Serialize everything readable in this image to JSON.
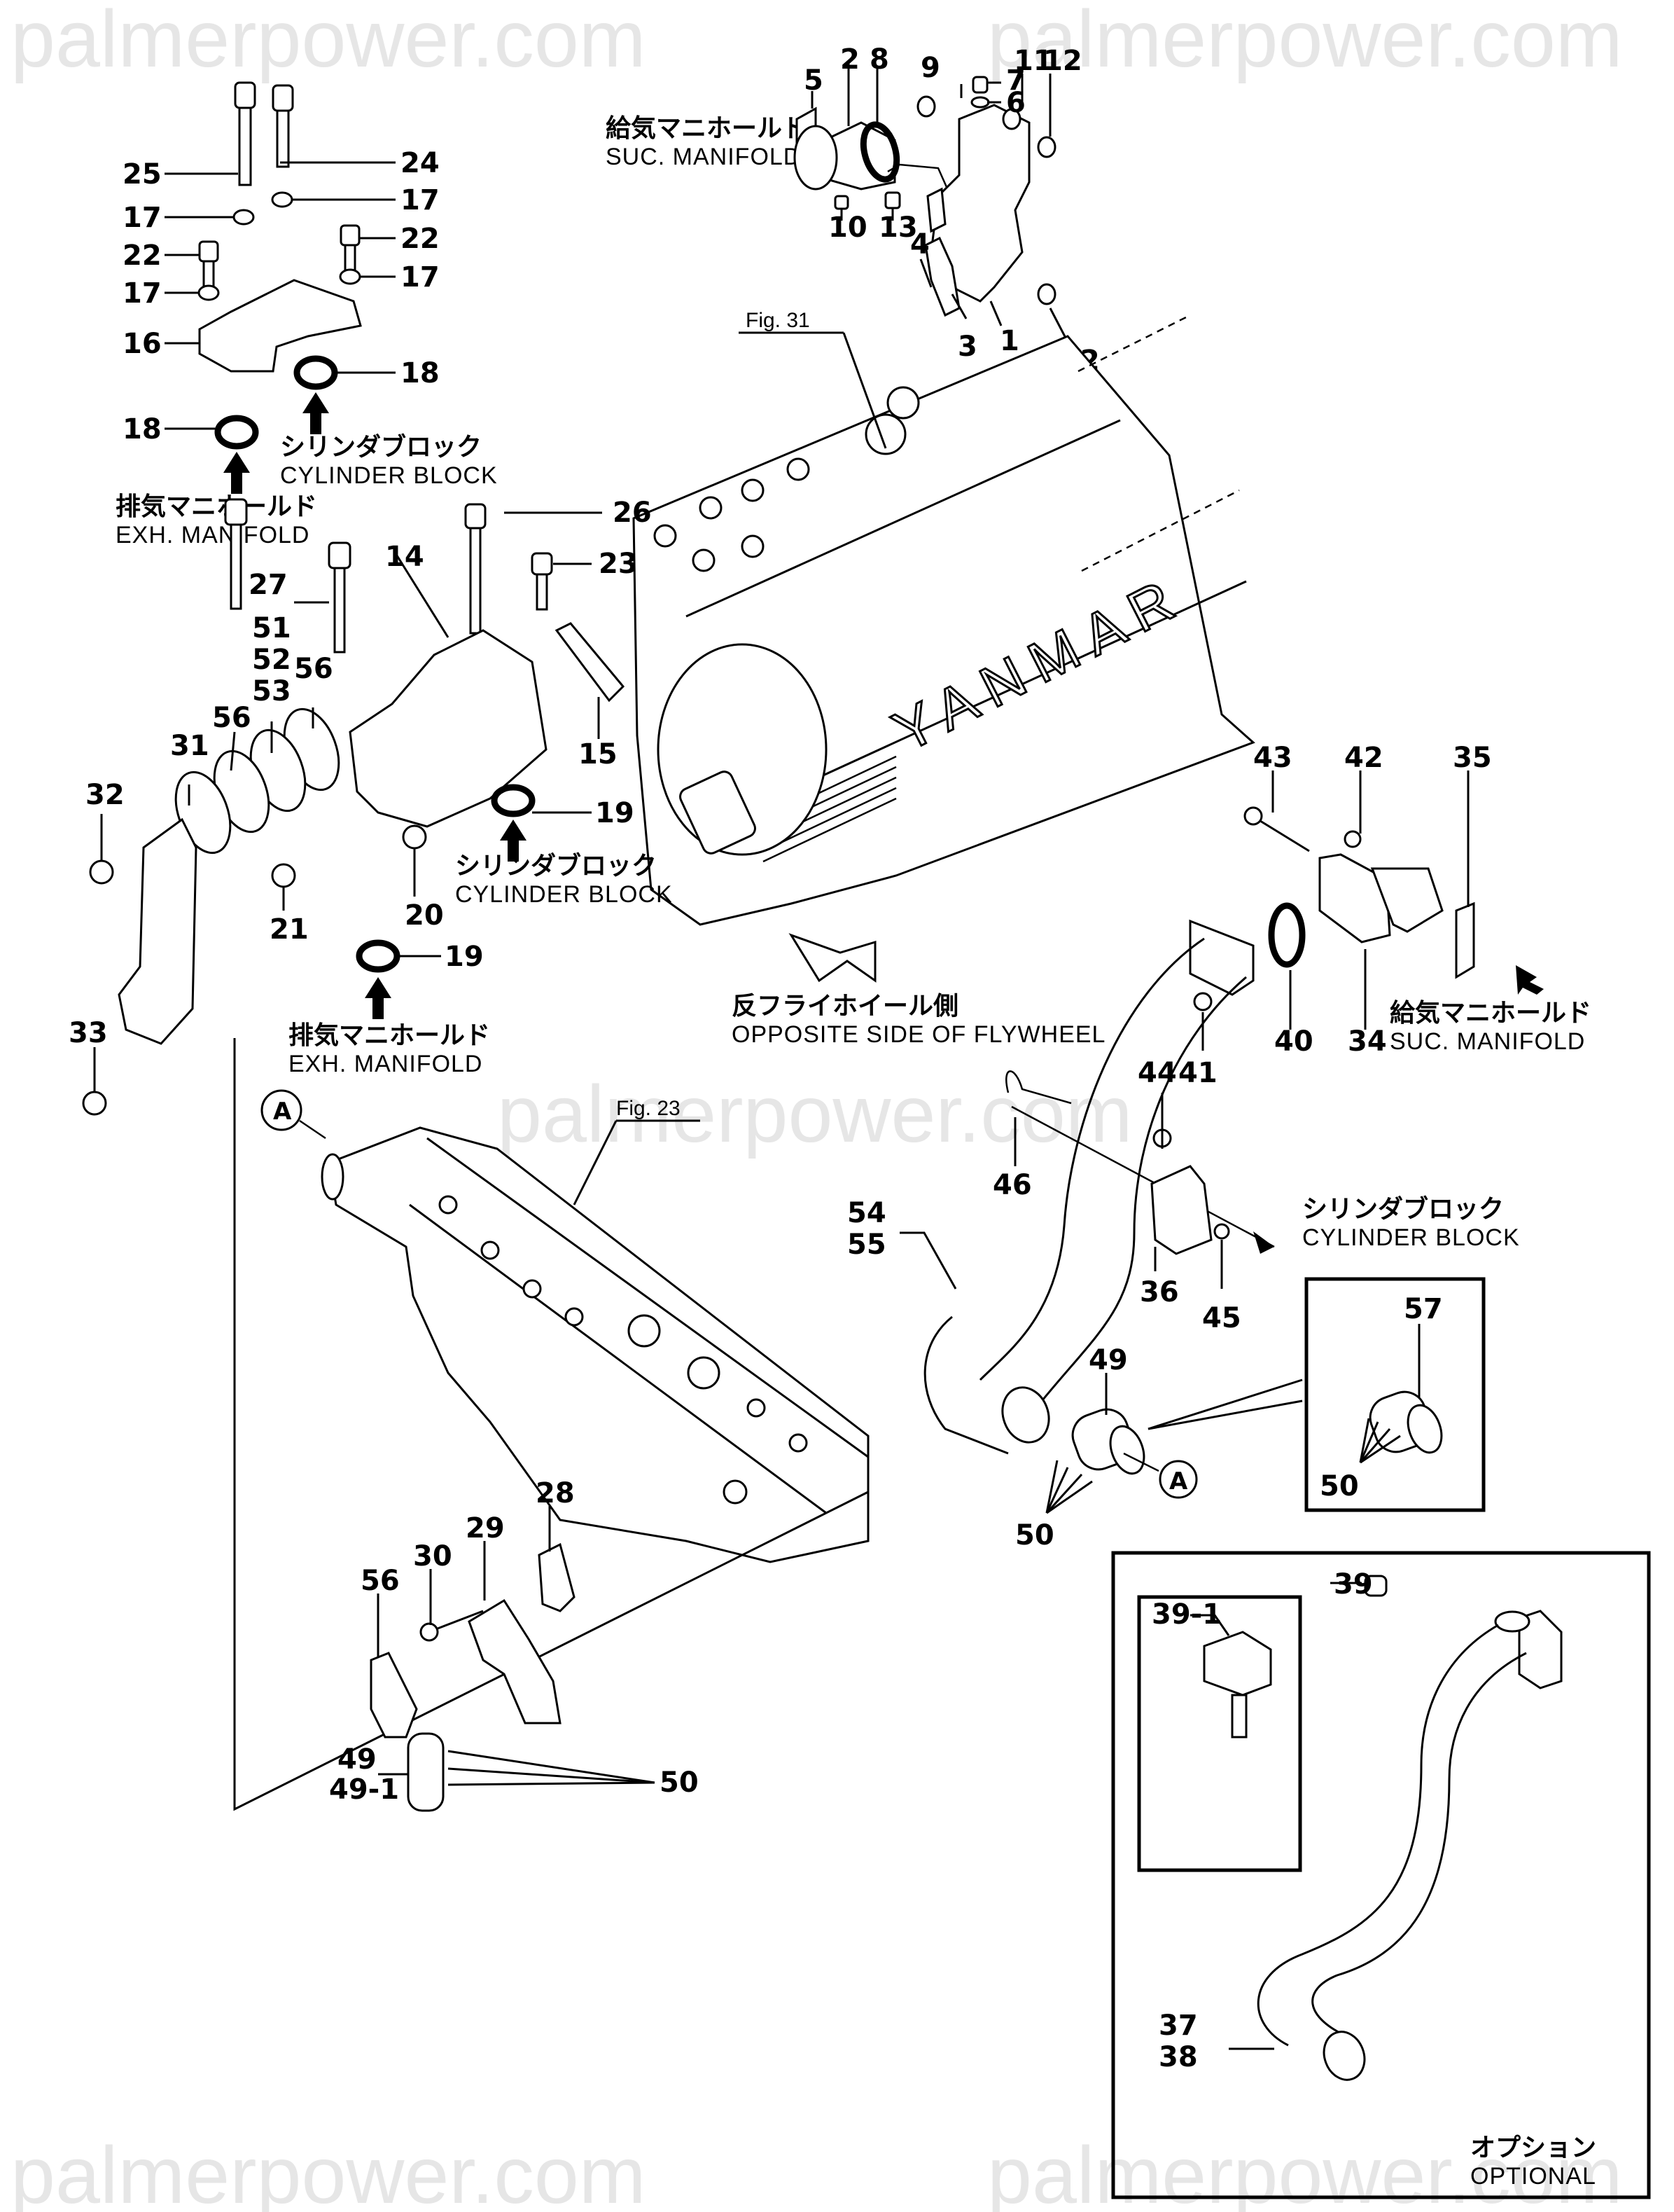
{
  "watermark": "palmerpower.com",
  "brand": "YANMAR",
  "figure_refs": {
    "fig31": "Fig. 31",
    "fig23": "Fig. 23"
  },
  "captions": {
    "suc_manifold_top": {
      "jp": "給気マニホールド",
      "en": "SUC. MANIFOLD"
    },
    "cyl_block_top": {
      "jp": "シリンダブロック",
      "en": "CYLINDER BLOCK"
    },
    "exh_manifold_top": {
      "jp": "排気マニホールド",
      "en": "EXH. MANIFOLD"
    },
    "cyl_block_mid": {
      "jp": "シリンダブロック",
      "en": "CYLINDER BLOCK"
    },
    "exh_manifold_mid": {
      "jp": "排気マニホールド",
      "en": "EXH. MANIFOLD"
    },
    "opposite_flywheel": {
      "jp": "反フライホイール側",
      "en": "OPPOSITE SIDE OF FLYWHEEL"
    },
    "suc_manifold_right": {
      "jp": "給気マニホールド",
      "en": "SUC. MANIFOLD"
    },
    "cyl_block_right": {
      "jp": "シリンダブロック",
      "en": "CYLINDER BLOCK"
    },
    "optional": {
      "jp": "オプション",
      "en": "OPTIONAL"
    }
  },
  "reference_marks": {
    "a_left": "A",
    "a_right": "A"
  },
  "callouts": {
    "c25": "25",
    "c24": "24",
    "c17a": "17",
    "c17b": "17",
    "c22a": "22",
    "c22b": "22",
    "c17c": "17",
    "c17d": "17",
    "c16": "16",
    "c18a": "18",
    "c18b": "18",
    "c5": "5",
    "c2": "2",
    "c8": "8",
    "c9": "9",
    "c7": "7",
    "c6": "6",
    "c11": "11",
    "c12a": "12",
    "c10": "10",
    "c13": "13",
    "c4": "4",
    "c12b": "12",
    "c1": "1",
    "c3": "3",
    "c26": "26",
    "c27": "27",
    "c14": "14",
    "c23": "23",
    "c51": "51",
    "c52": "52",
    "c53": "53",
    "c56a": "56",
    "c56b": "56",
    "c31": "31",
    "c32": "32",
    "c15": "15",
    "c19a": "19",
    "c19b": "19",
    "c21": "21",
    "c20": "20",
    "c33": "33",
    "c43": "43",
    "c42": "42",
    "c35": "35",
    "c40": "40",
    "c34": "34",
    "c41": "41",
    "c44": "44",
    "c46": "46",
    "c54": "54",
    "c55": "55",
    "c36": "36",
    "c45": "45",
    "c57": "57",
    "c50a": "50",
    "c49a": "49",
    "c50b": "50",
    "c28": "28",
    "c29": "29",
    "c30": "30",
    "c56c": "56",
    "c49b": "49",
    "c49_1": "49-1",
    "c50c": "50",
    "c39": "39",
    "c39_1": "39-1",
    "c37": "37",
    "c38": "38"
  }
}
